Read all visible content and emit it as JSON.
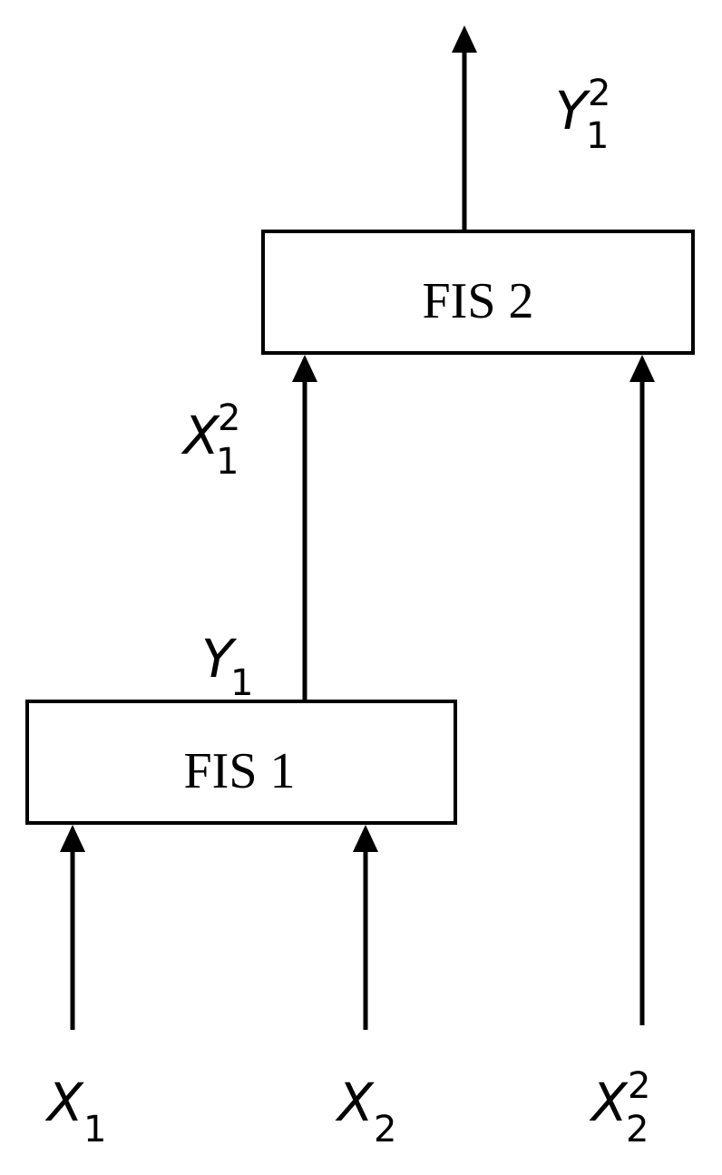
{
  "diagram": {
    "blocks": {
      "fis1": "FIS 1",
      "fis2": "FIS 2"
    },
    "signals": {
      "x1": {
        "symbol": "X",
        "sub": "1",
        "sup": ""
      },
      "x2": {
        "symbol": "X",
        "sub": "2",
        "sup": ""
      },
      "x22": {
        "symbol": "X",
        "sub": "2",
        "sup": "2"
      },
      "y1": {
        "symbol": "Y",
        "sub": "1",
        "sup": ""
      },
      "x12": {
        "symbol": "X",
        "sub": "1",
        "sup": "2"
      },
      "y12": {
        "symbol": "Y",
        "sub": "1",
        "sup": "2"
      }
    }
  }
}
